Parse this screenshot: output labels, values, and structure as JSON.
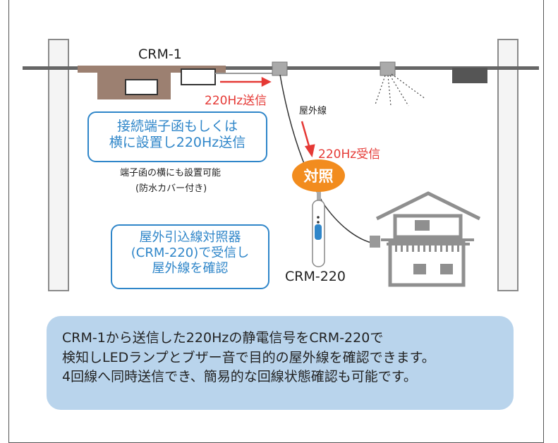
{
  "labels": {
    "crm1": "CRM-1",
    "send": "220Hz送信",
    "outdoor_line": "屋外線",
    "receive": "220Hz受信",
    "crm220": "CRM-220",
    "terminal_note_1": "端子函の横にも設置可能",
    "terminal_note_2": "(防水カバー付き)"
  },
  "callout_top": {
    "line1": "接続端子函もしくは",
    "line2": "横に設置し220Hz送信"
  },
  "callout_bottom": {
    "line1": "屋外引込線対照器",
    "line2": "(CRM-220)で受信し",
    "line3": "屋外線を確認"
  },
  "badge": "対照",
  "footer": {
    "line1": "CRM-1から送信した220Hzの静電信号をCRM-220で",
    "line2": "検知しLEDランプとブザー音で目的の屋外線を確認できます。",
    "line3": "4回線へ同時送信でき、簡易的な回線状態確認も可能です。"
  },
  "colors": {
    "accent_blue": "#2f86c9",
    "signal_red": "#e53935",
    "badge_orange": "#f28c1e",
    "footer_bg": "#b9d4ec",
    "device_brown": "#9c8071"
  }
}
